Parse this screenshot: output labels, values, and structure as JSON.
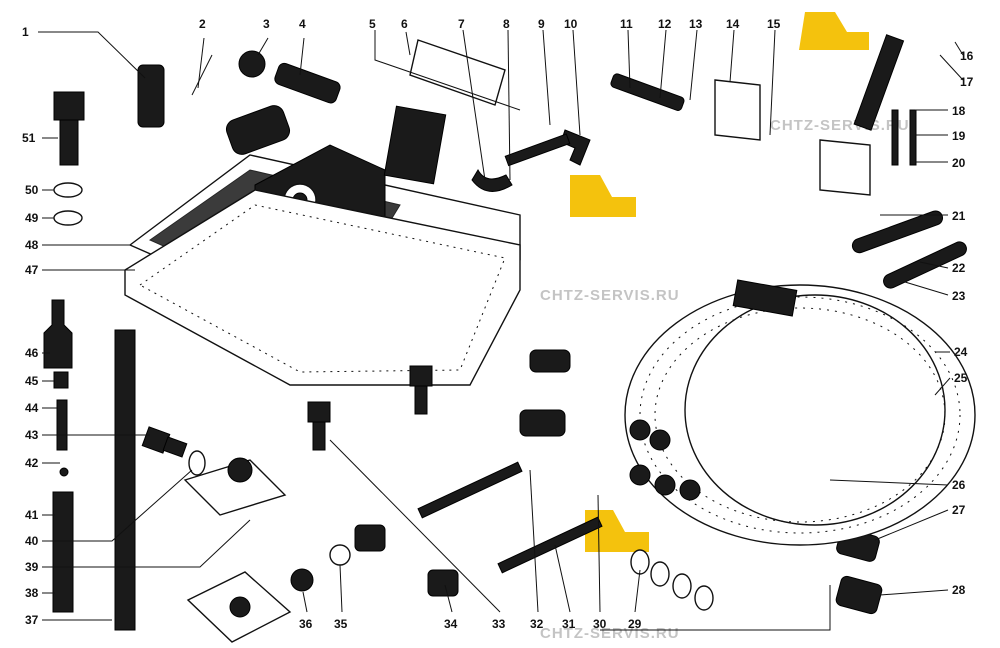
{
  "diagram": {
    "watermark_text": "CHTZ-SERVIS.RU",
    "accent_color": "#f4c20d",
    "line_color": "#111111",
    "callouts": [
      "1",
      "2",
      "3",
      "4",
      "5",
      "6",
      "7",
      "8",
      "9",
      "10",
      "11",
      "12",
      "13",
      "14",
      "15",
      "16",
      "17",
      "18",
      "19",
      "20",
      "21",
      "22",
      "23",
      "24",
      "25",
      "26",
      "27",
      "28",
      "29",
      "30",
      "31",
      "32",
      "33",
      "34",
      "35",
      "36",
      "37",
      "38",
      "39",
      "40",
      "41",
      "42",
      "43",
      "44",
      "45",
      "46",
      "47",
      "48",
      "49",
      "50",
      "51"
    ]
  }
}
